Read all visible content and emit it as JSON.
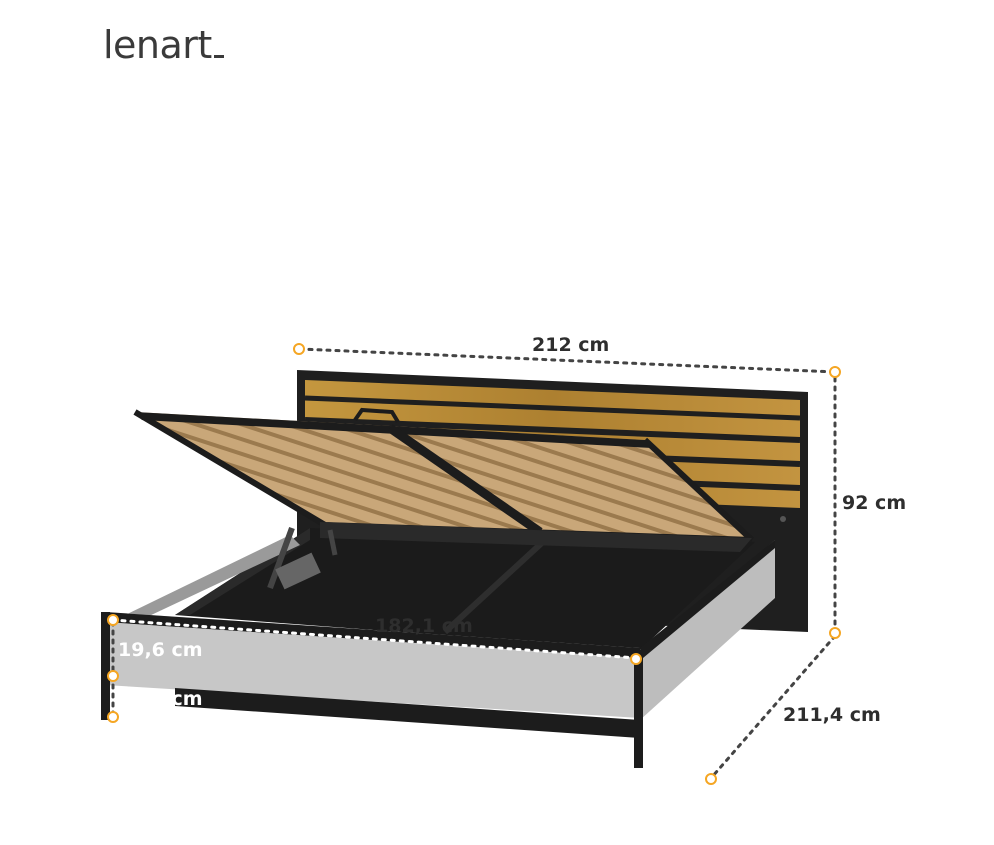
{
  "brand": {
    "logo_text": "lenart"
  },
  "dimensions": {
    "width": "212 cm",
    "height": "92 cm",
    "length": "211,4 cm",
    "inner_width": "182,1 cm",
    "frame_height": "19,6 cm",
    "clearance": "14,2 cm"
  },
  "colors": {
    "marker": "#f5a623",
    "frame_black": "#1c1c1c",
    "panel_grey": "#bdbdbd",
    "oak": "#b5893a",
    "text": "#2e2e2e"
  },
  "icons": [
    "bed-illustration",
    "dimension-marker"
  ]
}
